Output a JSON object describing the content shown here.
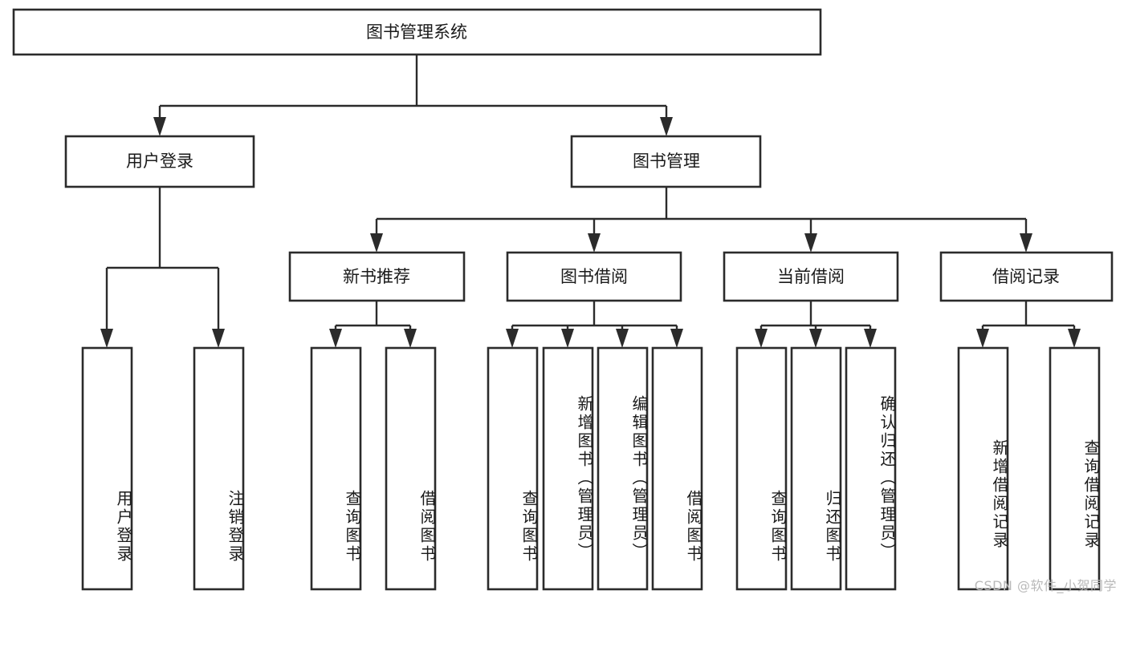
{
  "diagram": {
    "title": "图书管理系统",
    "type": "hierarchy-tree",
    "orientation": "top-down",
    "root": {
      "id": "root",
      "label": "图书管理系统"
    },
    "level2": [
      {
        "id": "user-login",
        "label": "用户登录"
      },
      {
        "id": "book-management",
        "label": "图书管理"
      }
    ],
    "level3": [
      {
        "id": "new-book-recommend",
        "label": "新书推荐",
        "parent": "book-management"
      },
      {
        "id": "book-borrow",
        "label": "图书借阅",
        "parent": "book-management"
      },
      {
        "id": "current-borrow",
        "label": "当前借阅",
        "parent": "book-management"
      },
      {
        "id": "borrow-record",
        "label": "借阅记录",
        "parent": "book-management"
      }
    ],
    "leaves": {
      "user-login": [
        {
          "id": "leaf-user-login",
          "label": "用户登录"
        },
        {
          "id": "leaf-logout",
          "label": "注销登录"
        }
      ],
      "new-book-recommend": [
        {
          "id": "leaf-query-book-1",
          "label": "查询图书"
        },
        {
          "id": "leaf-borrow-book-1",
          "label": "借阅图书"
        }
      ],
      "book-borrow": [
        {
          "id": "leaf-query-book-2",
          "label": "查询图书"
        },
        {
          "id": "leaf-add-book",
          "label": "新增图书（管理员）"
        },
        {
          "id": "leaf-edit-book",
          "label": "编辑图书（管理员）"
        },
        {
          "id": "leaf-borrow-book-2",
          "label": "借阅图书"
        }
      ],
      "current-borrow": [
        {
          "id": "leaf-query-book-3",
          "label": "查询图书"
        },
        {
          "id": "leaf-return-book",
          "label": "归还图书"
        },
        {
          "id": "leaf-confirm-return",
          "label": "确认归还（管理员）"
        }
      ],
      "borrow-record": [
        {
          "id": "leaf-add-record",
          "label": "新增借阅记录"
        },
        {
          "id": "leaf-query-record",
          "label": "查询借阅记录"
        }
      ]
    }
  },
  "watermark": {
    "text": "CSDN @软件_小贺同学"
  },
  "colors": {
    "stroke": "#2b2b2b",
    "box_fill": "#ffffff",
    "text": "#1a1a1a",
    "background": "#ffffff",
    "watermark": "#b9b9b9"
  }
}
